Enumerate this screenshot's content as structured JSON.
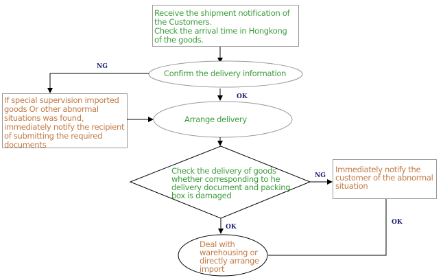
{
  "nodes": {
    "receive": "Receive the shipment notification of the Customers. Check the arrival time in Hongkong of the goods.",
    "receive_line1": "Receive the shipment notification of",
    "receive_line2": "the Customers.",
    "receive_line3": "Check the arrival time in Hongkong",
    "receive_line4": "of the goods.",
    "confirm": "Confirm the delivery information",
    "special": "If special supervision imported goods Or other abnormal situations was found, immediately notify the recipient of submitting the required documents",
    "arrange": "Arrange delivery",
    "check": "Check the delivery of goods whether corresponding to he delivery document and packing box is damaged",
    "notify": "Immediately notify the customer of the abnormal situation",
    "deal": "Deal with warehousing or directly arrange import"
  },
  "edge_labels": {
    "confirm_ng": "NG",
    "confirm_ok": "OK",
    "check_ng": "NG",
    "check_ok": "OK",
    "notify_ok": "OK"
  },
  "colors": {
    "green_text": "#3c9c3c",
    "orange_text": "#c27a45",
    "label": "#1a1a6e",
    "border": "#999999"
  }
}
